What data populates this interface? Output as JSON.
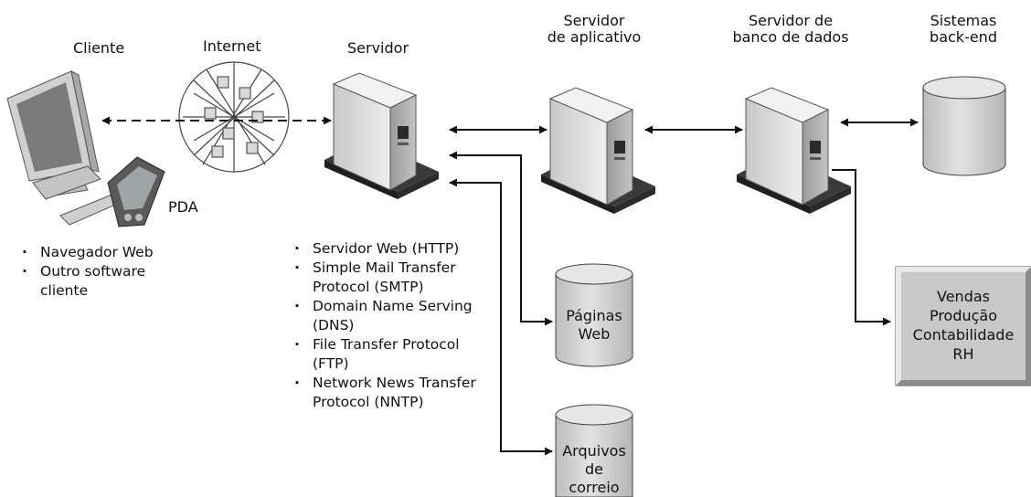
{
  "labels": {
    "client": "Cliente",
    "internet": "Internet",
    "server": "Servidor",
    "app_server": [
      "Servidor",
      "de aplicativo"
    ],
    "db_server": [
      "Servidor de",
      "banco de dados"
    ],
    "backend": [
      "Sistemas",
      "back-end"
    ],
    "pda": "PDA"
  },
  "client_list": [
    "Navegador Web",
    "Outro software cliente"
  ],
  "server_list": [
    "Servidor Web (HTTP)",
    "Simple Mail Transfer Protocol (SMTP)",
    "Domain Name Serving (DNS)",
    "File Transfer Protocol (FTP)",
    "Network News Transfer Protocol (NNTP)"
  ],
  "web_pages": [
    "Páginas",
    "Web"
  ],
  "mail_files": [
    "Arquivos",
    "de",
    "correio"
  ],
  "backend_box": [
    "Vendas",
    "Produção",
    "Contabilidade",
    "RH"
  ],
  "icons": [
    "monitor-icon",
    "pda-icon",
    "network-globe-icon",
    "server-tower-icon",
    "database-cylinder-icon"
  ],
  "colors": {
    "server_body": "#dcdcdc",
    "server_base": "#3c3c3c",
    "cylinder": "#cfcfcf",
    "box": "#c8c8c8"
  }
}
